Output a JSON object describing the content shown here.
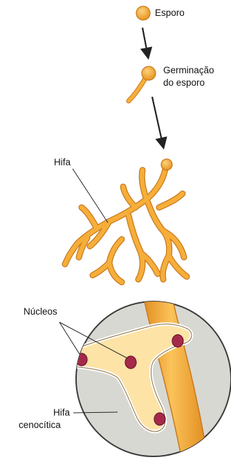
{
  "labels": {
    "spore": "Esporo",
    "germination_line1": "Germinação",
    "germination_line2": "do esporo",
    "hypha": "Hifa",
    "nuclei": "Núcleos",
    "coenocytic_line1": "Hifa",
    "coenocytic_line2": "cenocítica"
  },
  "colors": {
    "fungus_fill": "#F6AE3A",
    "fungus_edge": "#C9781A",
    "fungus_highlight": "#FBD27E",
    "zoom_fill": "#D8D8D3",
    "zoom_edge": "#3A3A3A",
    "cell_fill": "#FDE3A6",
    "nucleus_fill": "#A52A4A",
    "nucleus_edge": "#6B1430",
    "line_color": "#222222"
  }
}
